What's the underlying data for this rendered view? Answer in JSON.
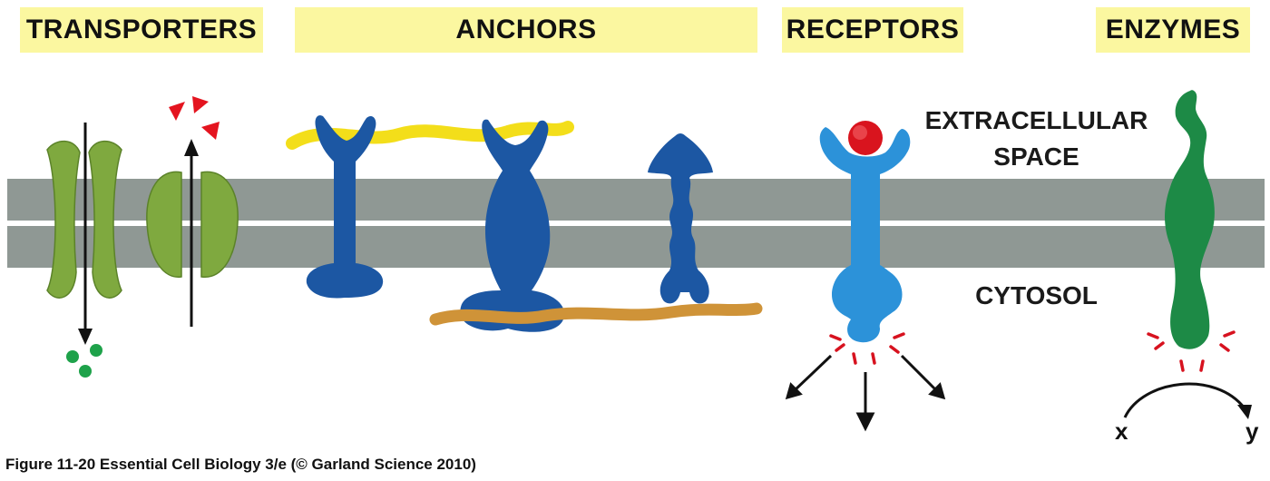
{
  "headers": {
    "transporters": "TRANSPORTERS",
    "anchors": "ANCHORS",
    "receptors": "RECEPTORS",
    "enzymes": "ENZYMES"
  },
  "labels": {
    "extracellular_line1": "EXTRACELLULAR",
    "extracellular_line2": "SPACE",
    "cytosol": "CYTOSOL",
    "substrate_x": "x",
    "product_y": "y"
  },
  "caption": "Figure 11-20  Essential Cell Biology 3/e (© Garland Science 2010)",
  "colors": {
    "header_bg": "#fbf7a0",
    "membrane": "#8f9894",
    "transporter": "#7fa93f",
    "anchor_protein": "#1c57a3",
    "yellow_filament": "#f3de1a",
    "orange_filament": "#cf9338",
    "receptor": "#2c92d9",
    "ligand": "#d9141e",
    "enzyme": "#1d8a46",
    "solute_green": "#1ea24a",
    "solute_red": "#e4141f",
    "signal_dash": "#d7121f"
  },
  "icons": [
    "transporter-protein",
    "anchor-protein",
    "receptor-protein",
    "enzyme-protein",
    "ligand",
    "arrow"
  ]
}
